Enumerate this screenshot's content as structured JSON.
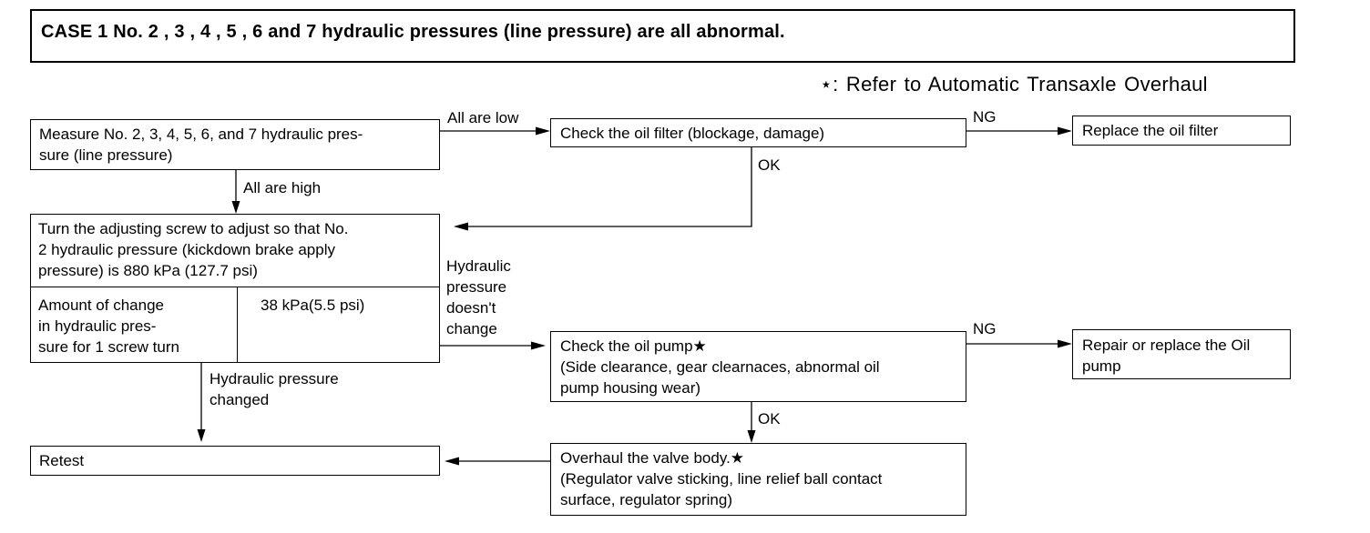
{
  "title": "CASE 1 No. 2 , 3 , 4 , 5 , 6 and 7 hydraulic pressures (line pressure) are all abnormal.",
  "legend": "⋆:  Refer to Automatic Transaxle Overhaul",
  "boxes": {
    "measure": "Measure No. 2, 3, 4, 5, 6, and 7 hydraulic pres-\nsure (line pressure)",
    "filter": "Check the oil filter (blockage, damage)",
    "replace_filter": "Replace the oil filter",
    "adjust": "Turn the adjusting screw to adjust so that No.\n2 hydraulic pressure (kickdown brake apply\npressure) is 880 kPa (127.7 psi)",
    "change_label": "Amount of change\nin hydraulic pres-\nsure for 1 screw turn",
    "change_value": "38 kPa(5.5 psi)",
    "pump": "Check the oil pump★\n(Side clearance, gear clearnaces, abnormal oil\npump housing wear)",
    "repair_pump": "Repair or replace the Oil\npump",
    "retest": "Retest",
    "valve": "Overhaul the valve body.★\n(Regulator valve sticking, line relief ball contact\nsurface, regulator spring)"
  },
  "edges": {
    "all_low": "All are low",
    "ng1": "NG",
    "ok1": "OK",
    "all_high": "All are high",
    "no_change": "Hydraulic\npressure\ndoesn't\nchange",
    "ng2": "NG",
    "changed": "Hydraulic pressure\nchanged",
    "ok2": "OK"
  }
}
